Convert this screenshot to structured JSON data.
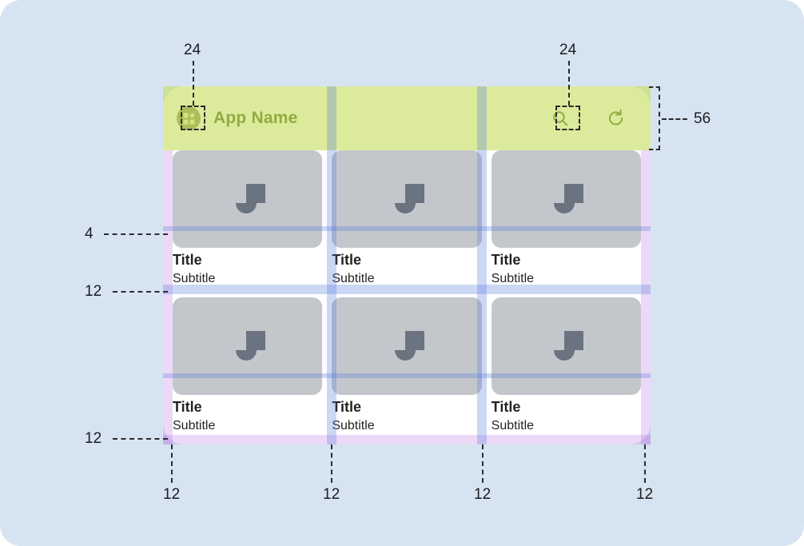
{
  "canvas": {
    "background_color": "#d6e4f2",
    "corner_radius": 26
  },
  "device": {
    "background_color": "#ffffff"
  },
  "appbar": {
    "height_dp": 56,
    "band_color": "#c4dd59",
    "title": "App Name",
    "title_color": "#4c5c22",
    "logo_icon": "app-grid-logo-icon",
    "logo_size_dp": 24,
    "actions": [
      {
        "icon": "search-icon",
        "label": "Search",
        "size_dp": 24
      },
      {
        "icon": "refresh-icon",
        "label": "Refresh",
        "size_dp": 24
      }
    ]
  },
  "grid": {
    "columns": 3,
    "rows": 2,
    "column_gap_dp": 12,
    "row_gap_dp": 12,
    "outer_padding_dp": 12,
    "media_to_text_gap_dp": 4,
    "gutter_color": "#567cde",
    "padding_color": "#b060de",
    "cards": [
      {
        "title": "Title",
        "subtitle": "Subtitle",
        "media_icon": "image-placeholder-icon"
      },
      {
        "title": "Title",
        "subtitle": "Subtitle",
        "media_icon": "image-placeholder-icon"
      },
      {
        "title": "Title",
        "subtitle": "Subtitle",
        "media_icon": "image-placeholder-icon"
      },
      {
        "title": "Title",
        "subtitle": "Subtitle",
        "media_icon": "image-placeholder-icon"
      },
      {
        "title": "Title",
        "subtitle": "Subtitle",
        "media_icon": "image-placeholder-icon"
      },
      {
        "title": "Title",
        "subtitle": "Subtitle",
        "media_icon": "image-placeholder-icon"
      }
    ]
  },
  "annotations": {
    "logo_size": "24",
    "search_size": "24",
    "appbar_height": "56",
    "media_text_gap": "4",
    "row_gap": "12",
    "bottom_padding": "12",
    "bottom_ticks": [
      "12",
      "12",
      "12",
      "12"
    ]
  }
}
